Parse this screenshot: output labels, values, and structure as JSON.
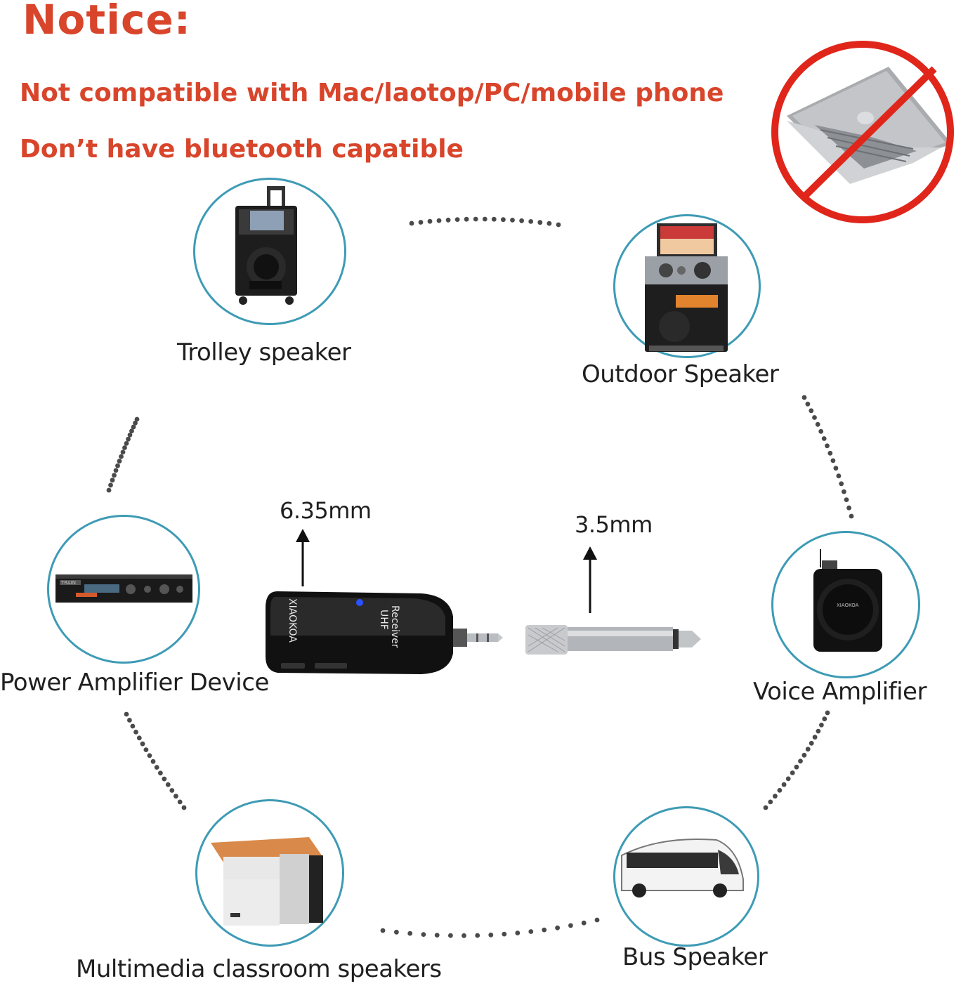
{
  "colors": {
    "accent": "#d8452b",
    "ring": "#3e9bb5",
    "dot": "#4a4a4a"
  },
  "notice": {
    "title": "Notice:",
    "line1": "Not compatible with Mac/laotop/PC/mobile phone",
    "line2": "Don’t have bluetooth capatible"
  },
  "prohibited": {
    "icon": "no-laptop-icon"
  },
  "devices": {
    "trolley": "Trolley speaker",
    "outdoor": "Outdoor Speaker",
    "power_amp": "Power Amplifier Device",
    "voice_amp": "Voice Amplifier",
    "classroom": "Multimedia classroom speakers",
    "bus": "Bus Speaker"
  },
  "receiver": {
    "brand": "XIAOKOA",
    "model": "UHF",
    "type": "Receiver",
    "jack_6_35": "6.35mm",
    "jack_3_5": "3.5mm"
  },
  "voice_amp_brand": "XIAOKOA",
  "power_amp_brand": "TRAIN"
}
